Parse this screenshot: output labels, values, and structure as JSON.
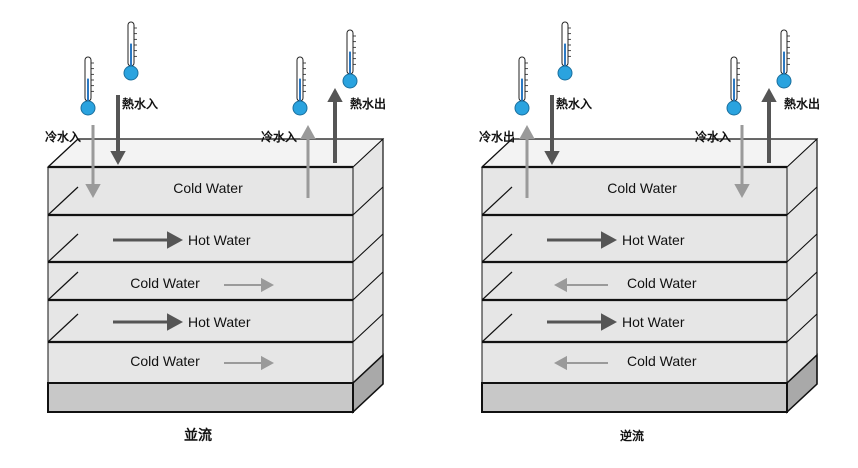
{
  "panels": [
    {
      "caption": "並流",
      "layers": [
        {
          "label": "Cold Water",
          "kind": "cold",
          "arrow": "none"
        },
        {
          "label": "Hot Water",
          "kind": "hot",
          "arrow": "right"
        },
        {
          "label": "Cold Water",
          "kind": "cold",
          "arrow": "right"
        },
        {
          "label": "Hot Water",
          "kind": "hot",
          "arrow": "right"
        },
        {
          "label": "Cold Water",
          "kind": "cold",
          "arrow": "right"
        }
      ],
      "ports": [
        {
          "label": "冷水入",
          "direction": "down",
          "kind": "cold"
        },
        {
          "label": "熱水入",
          "direction": "down",
          "kind": "hot"
        },
        {
          "label": "冷水入",
          "direction": "up",
          "kind": "cold"
        },
        {
          "label": "熱水出",
          "direction": "up",
          "kind": "hot"
        }
      ]
    },
    {
      "caption": "逆流",
      "layers": [
        {
          "label": "Cold Water",
          "kind": "cold",
          "arrow": "none"
        },
        {
          "label": "Hot Water",
          "kind": "hot",
          "arrow": "right"
        },
        {
          "label": "Cold Water",
          "kind": "cold",
          "arrow": "left"
        },
        {
          "label": "Hot Water",
          "kind": "hot",
          "arrow": "right"
        },
        {
          "label": "Cold Water",
          "kind": "cold",
          "arrow": "left"
        }
      ],
      "ports": [
        {
          "label": "冷水出",
          "direction": "up",
          "kind": "cold"
        },
        {
          "label": "熱水入",
          "direction": "down",
          "kind": "hot"
        },
        {
          "label": "冷水入",
          "direction": "down",
          "kind": "cold"
        },
        {
          "label": "熱水出",
          "direction": "up",
          "kind": "hot"
        }
      ]
    }
  ],
  "colors": {
    "hot_arrow": "#555555",
    "cold_arrow": "#9a9a9a",
    "layer_fill": "#e6e6e6",
    "base_fill": "#c8c8c8",
    "thermo_bulb": "#2aa3df"
  }
}
